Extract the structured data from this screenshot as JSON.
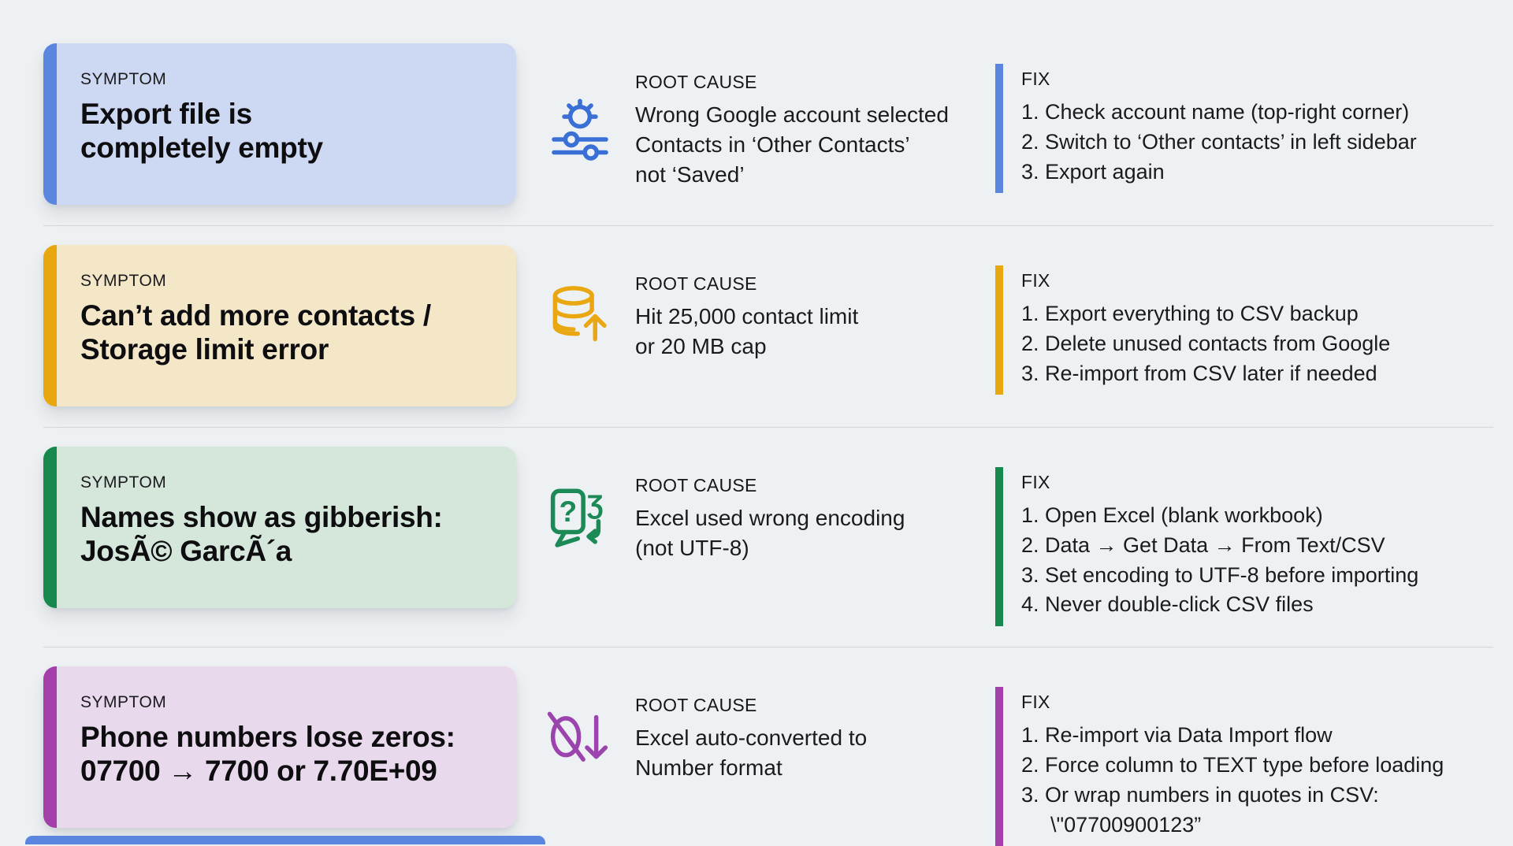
{
  "background": "#eef1f3",
  "divider_color": "#d4d6d9",
  "bottom_partial_card": {
    "color": "#5b86e0"
  },
  "rows": [
    {
      "icon": "gear-sliders",
      "accent": "#5b86e0",
      "icon_color": "#3a70d6",
      "card_bg": "#cdd9f2",
      "symptom": {
        "label": "SYMPTOM",
        "title_lines": [
          "Export file is",
          "completely empty"
        ]
      },
      "root_cause": {
        "label": "ROOT CAUSE",
        "lines": [
          "Wrong Google account selected",
          "Contacts in ‘Other Contacts’",
          "not ‘Saved’"
        ]
      },
      "fix": {
        "label": "FIX",
        "steps": [
          "1. Check account name (top-right corner)",
          "2. Switch to ‘Other contacts’ in left sidebar",
          "3. Export again"
        ]
      }
    },
    {
      "icon": "database-up",
      "accent": "#e9a70f",
      "icon_color": "#e9a712",
      "card_bg": "#f3e7c8",
      "symptom": {
        "label": "SYMPTOM",
        "title_lines": [
          "Can’t add more contacts /",
          "Storage limit error"
        ]
      },
      "root_cause": {
        "label": "ROOT CAUSE",
        "lines": [
          "Hit 25,000 contact limit",
          "or 20 MB cap"
        ]
      },
      "fix": {
        "label": "FIX",
        "steps": [
          "1. Export everything to CSV backup",
          "2. Delete unused contacts from Google",
          "3. Re-import from CSV later if needed"
        ]
      }
    },
    {
      "icon": "encoding-question",
      "accent": "#17894f",
      "icon_color": "#1b8a57",
      "card_bg": "#d5e7db",
      "symptom": {
        "label": "SYMPTOM",
        "title_lines": [
          "Names show as gibberish:",
          "JosÃ© GarcÃ´a"
        ]
      },
      "root_cause": {
        "label": "ROOT CAUSE",
        "lines": [
          "Excel used wrong encoding",
          "(not UTF-8)"
        ]
      },
      "fix": {
        "label": "FIX",
        "steps": [
          "1. Open Excel (blank workbook)",
          "2. Data → Get Data → From Text/CSV",
          "3. Set encoding to UTF-8 before importing",
          "4. Never double-click CSV files"
        ]
      }
    },
    {
      "icon": "zero-slash-down",
      "accent": "#a23fa9",
      "icon_color": "#9c44ad",
      "card_bg": "#e9d9ed",
      "symptom": {
        "label": "SYMPTOM",
        "title_lines": [
          "Phone numbers lose zeros:",
          "07700 → 7700 or 7.70E+09"
        ]
      },
      "root_cause": {
        "label": "ROOT CAUSE",
        "lines": [
          "Excel auto-converted to",
          "Number format"
        ]
      },
      "fix": {
        "label": "FIX",
        "steps": [
          "1. Re-import via Data Import flow",
          "2. Force column to TEXT type before loading",
          "3. Or wrap numbers in quotes in CSV:",
          "\\\"07700900123”"
        ]
      }
    }
  ]
}
